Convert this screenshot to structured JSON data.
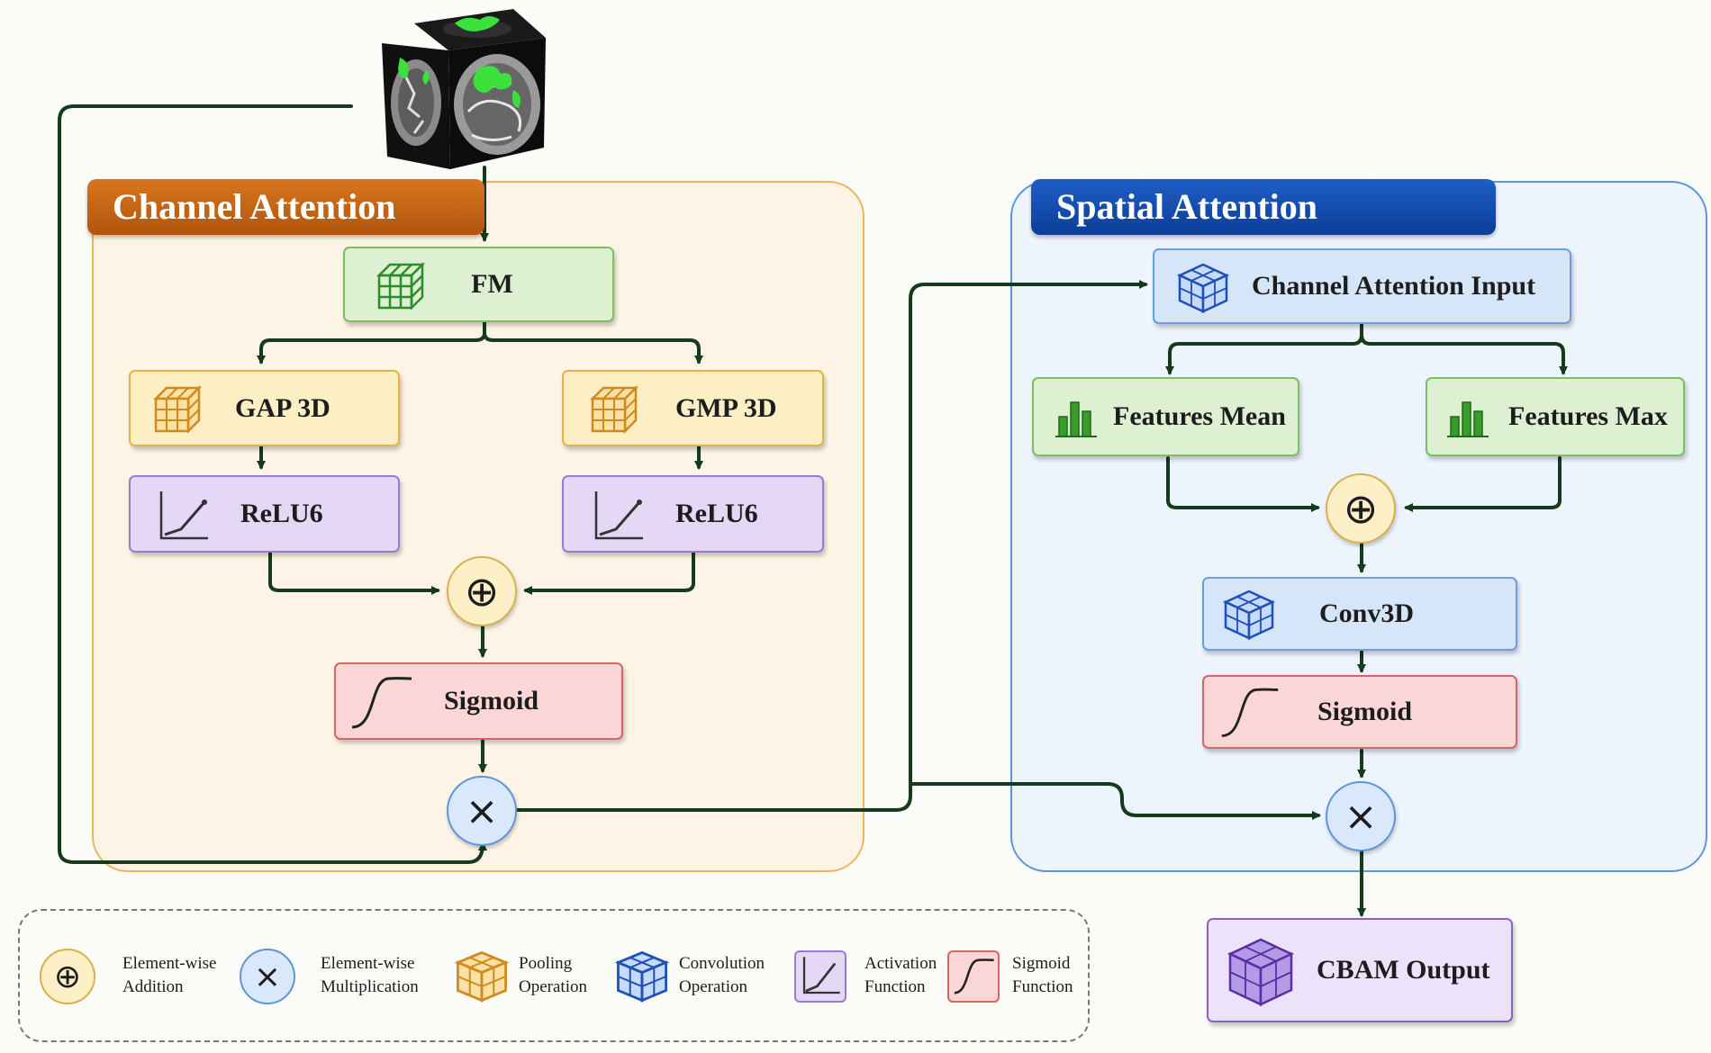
{
  "panels": {
    "channel_attention_title": "Channel Attention",
    "spatial_attention_title": "Spatial Attention"
  },
  "channel_attention": {
    "fm": "FM",
    "gap": "GAP 3D",
    "gmp": "GMP 3D",
    "relu_left": "ReLU6",
    "relu_right": "ReLU6",
    "sigmoid": "Sigmoid",
    "add_symbol": "⊕",
    "mul_symbol": "×"
  },
  "spatial_attention": {
    "input": "Channel Attention Input",
    "features_mean": "Features Mean",
    "features_max": "Features Max",
    "conv": "Conv3D",
    "sigmoid": "Sigmoid",
    "add_symbol": "⊕",
    "mul_symbol": "×"
  },
  "output": "CBAM Output",
  "legend": [
    {
      "symbol": "⊕",
      "line1": "Element-wise",
      "line2": "Addition"
    },
    {
      "symbol": "×",
      "line1": "Element-wise",
      "line2": "Multiplication"
    },
    {
      "symbol": "",
      "line1": "Pooling",
      "line2": "Operation"
    },
    {
      "symbol": "",
      "line1": "Convolution",
      "line2": "Operation"
    },
    {
      "symbol": "",
      "line1": "Activation",
      "line2": "Function"
    },
    {
      "symbol": "",
      "line1": "Sigmoid",
      "line2": "Function"
    }
  ],
  "colors": {
    "arrow": "#163a1c",
    "channel_panel": "#fdf4e6",
    "spatial_panel": "#eef4fc",
    "channel_title": "#c4661a",
    "spatial_title": "#124aa8"
  }
}
